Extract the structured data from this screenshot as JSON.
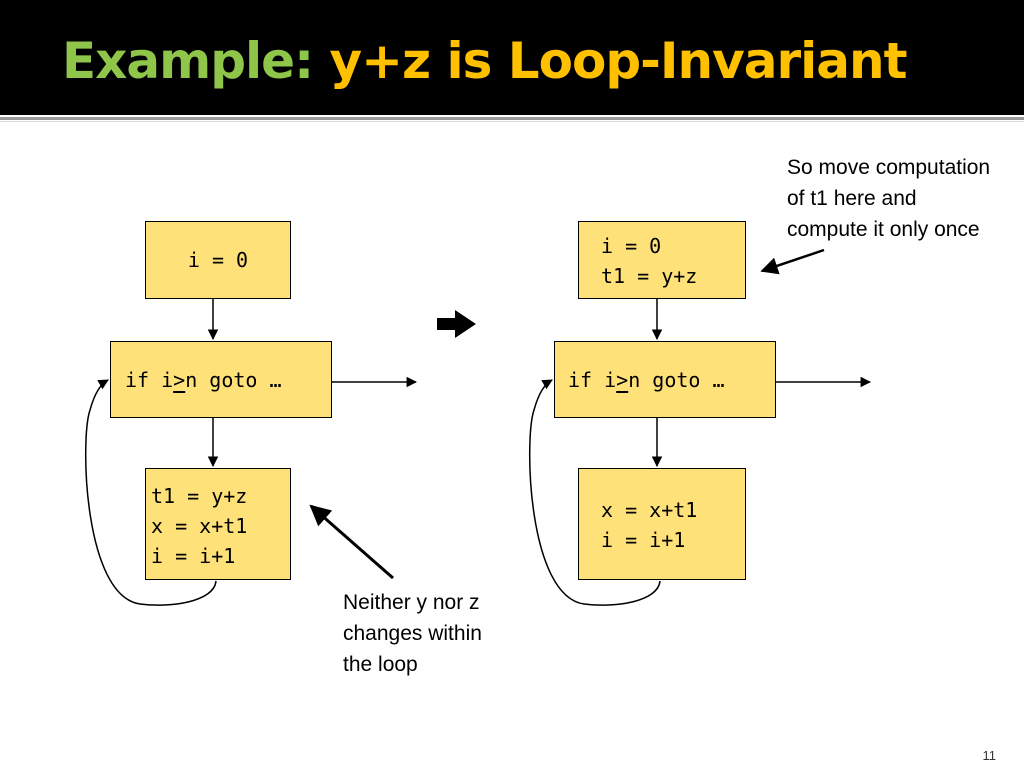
{
  "title": {
    "prefix": "Example: ",
    "main": "y+z is Loop-Invariant",
    "prefix_color": "#8fc64a",
    "main_color": "#ffc000"
  },
  "box_fill": "#ffe17a",
  "before": {
    "entry": {
      "lines": [
        "i = 0"
      ]
    },
    "test": {
      "before": "if i",
      "ge": ">",
      "after": "n goto …"
    },
    "body": {
      "lines": [
        "t1 = y+z",
        "x = x+t1",
        "i = i+1"
      ]
    }
  },
  "after": {
    "entry": {
      "lines": [
        "i = 0",
        "t1 = y+z"
      ]
    },
    "test": {
      "before": "if i",
      "ge": ">",
      "after": "n goto …"
    },
    "body": {
      "lines": [
        "x = x+t1",
        "i = i+1"
      ]
    }
  },
  "notes": {
    "move": [
      "So move computation",
      "of t1  here and",
      "compute it only once"
    ],
    "invariant": [
      "Neither y nor z",
      "changes within",
      "the loop"
    ]
  },
  "page_number": "11"
}
